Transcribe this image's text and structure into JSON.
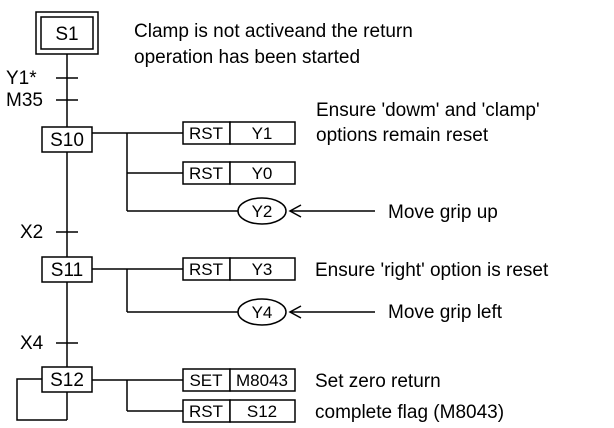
{
  "steps": {
    "s1": "S1",
    "s10": "S10",
    "s11": "S11",
    "s12": "S12"
  },
  "transitions": {
    "y1": "Y1*",
    "m35": "M35",
    "x2": "X2",
    "x4": "X4"
  },
  "instructions": {
    "rst_y1": {
      "op": "RST",
      "dev": "Y1"
    },
    "rst_y0": {
      "op": "RST",
      "dev": "Y0"
    },
    "out_y2": "Y2",
    "rst_y3": {
      "op": "RST",
      "dev": "Y3"
    },
    "out_y4": "Y4",
    "set_m8043": {
      "op": "SET",
      "dev": "M8043"
    },
    "rst_s12": {
      "op": "RST",
      "dev": "S12"
    }
  },
  "annotations": {
    "s1_line1": "Clamp is not activeand the return",
    "s1_line2": "operation has been started",
    "s10_line1": "Ensure 'dowm' and 'clamp'",
    "s10_line2": "options remain reset",
    "y2_note": "Move grip up",
    "y3_note": "Ensure 'right' option is reset",
    "y4_note": "Move grip left",
    "m8043_note": "Set zero return",
    "s12_note": "complete flag (M8043)"
  }
}
